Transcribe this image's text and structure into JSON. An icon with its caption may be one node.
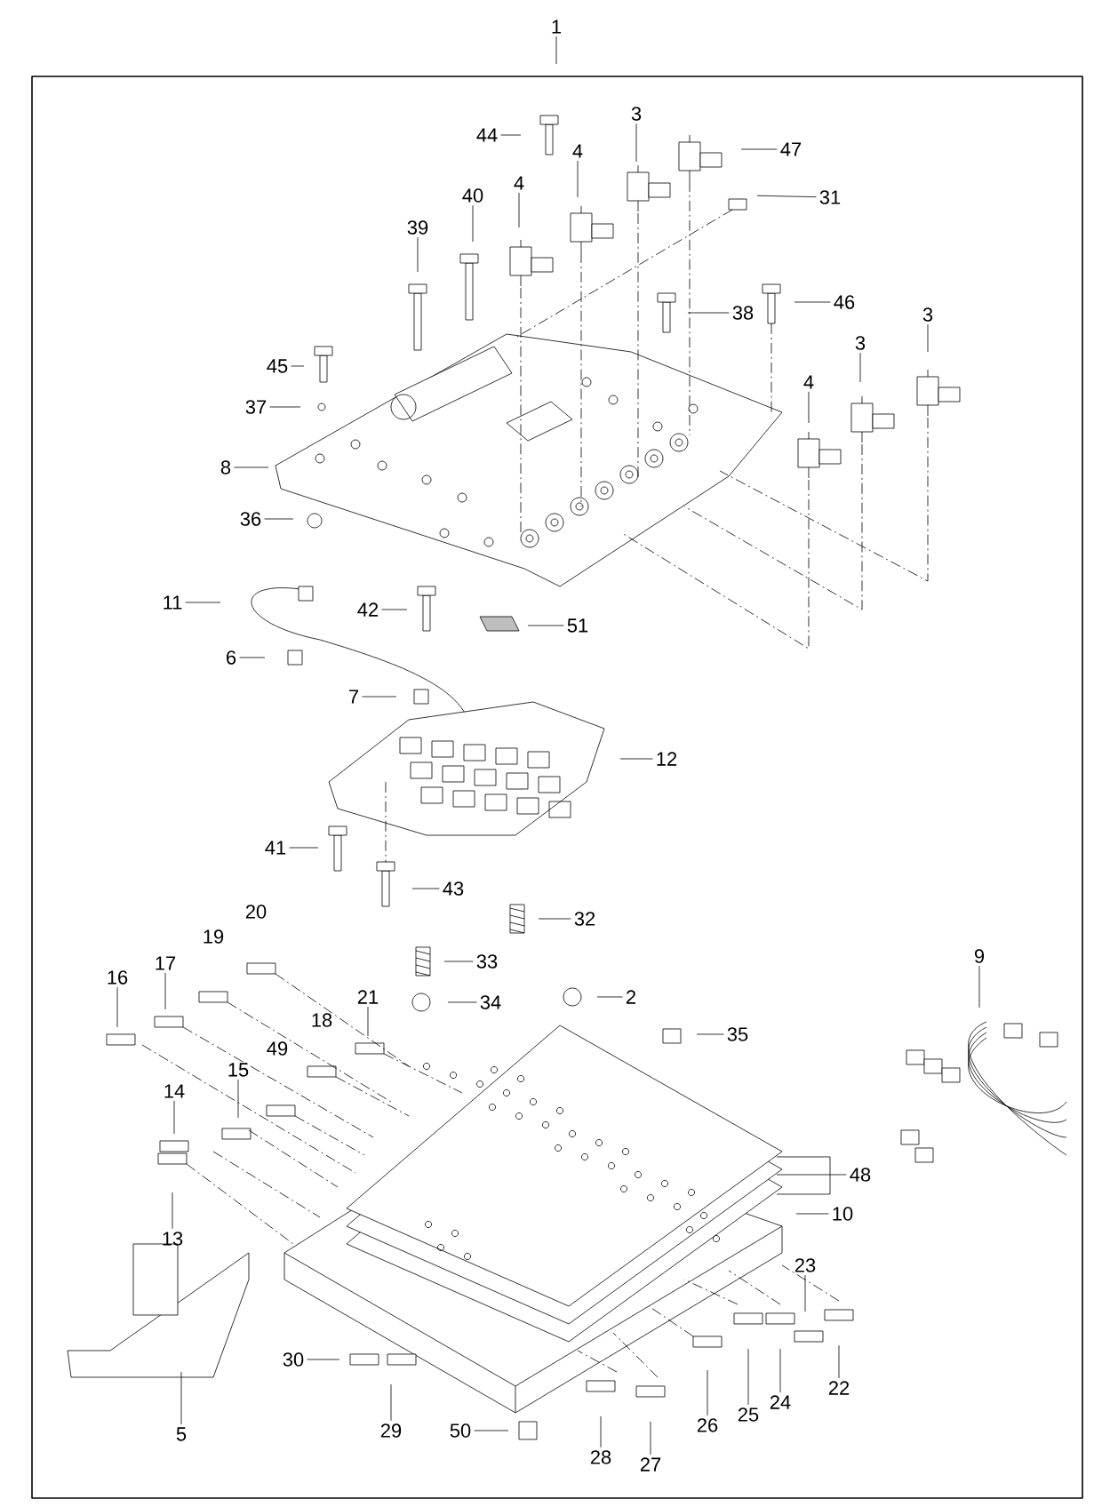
{
  "diagram": {
    "nodes": [
      {
        "text": [
          "1"
        ]
      },
      {
        "text": [
          "44"
        ]
      },
      {
        "text": [
          "3"
        ]
      },
      {
        "text": [
          "47"
        ]
      },
      {
        "text": [
          "4"
        ]
      },
      {
        "text": [
          "31"
        ]
      },
      {
        "text": [
          "4"
        ]
      },
      {
        "text": [
          "40"
        ]
      },
      {
        "text": [
          "39"
        ]
      },
      {
        "text": [
          "38"
        ]
      },
      {
        "text": [
          "46"
        ]
      },
      {
        "text": [
          "3"
        ]
      },
      {
        "text": [
          "3"
        ]
      },
      {
        "text": [
          "4"
        ]
      },
      {
        "text": [
          "45"
        ]
      },
      {
        "text": [
          "37"
        ]
      },
      {
        "text": [
          "8"
        ]
      },
      {
        "text": [
          "36"
        ]
      },
      {
        "text": [
          "11"
        ]
      },
      {
        "text": [
          "42"
        ]
      },
      {
        "text": [
          "51"
        ]
      },
      {
        "text": [
          "6"
        ]
      },
      {
        "text": [
          "7"
        ]
      },
      {
        "text": [
          "12"
        ]
      },
      {
        "text": [
          "41"
        ]
      },
      {
        "text": [
          "43"
        ]
      },
      {
        "text": [
          "32"
        ]
      },
      {
        "text": [
          "33"
        ]
      },
      {
        "text": [
          "2"
        ]
      },
      {
        "text": [
          "34"
        ]
      },
      {
        "text": [
          "9"
        ]
      },
      {
        "text": [
          "16"
        ]
      },
      {
        "text": [
          "17"
        ]
      },
      {
        "text": [
          "21"
        ]
      },
      {
        "text": [
          "35"
        ]
      },
      {
        "text": [
          "15"
        ]
      },
      {
        "text": [
          "14"
        ]
      },
      {
        "text": [
          "48"
        ]
      },
      {
        "text": [
          "10"
        ]
      },
      {
        "text": [
          "13"
        ]
      },
      {
        "text": [
          "23"
        ]
      },
      {
        "text": [
          "30"
        ]
      },
      {
        "text": [
          "22"
        ]
      },
      {
        "text": [
          "24"
        ]
      },
      {
        "text": [
          "25"
        ]
      },
      {
        "text": [
          "26"
        ]
      },
      {
        "text": [
          "5"
        ]
      },
      {
        "text": [
          "29"
        ]
      },
      {
        "text": [
          "50"
        ]
      },
      {
        "text": [
          "28"
        ]
      },
      {
        "text": [
          "27"
        ]
      }
    ],
    "edges": [
      {
        "from": 0,
        "to": null,
        "arrow": "none"
      },
      {
        "from": 1,
        "to": null,
        "arrow": "none"
      },
      {
        "from": 2,
        "to": null,
        "arrow": "none"
      },
      {
        "from": 3,
        "to": null,
        "arrow": "none"
      },
      {
        "from": 4,
        "to": null,
        "arrow": "none"
      },
      {
        "from": 5,
        "to": null,
        "arrow": "none"
      },
      {
        "from": 6,
        "to": null,
        "arrow": "none"
      },
      {
        "from": 7,
        "to": null,
        "arrow": "none"
      },
      {
        "from": 8,
        "to": null,
        "arrow": "none"
      },
      {
        "from": 9,
        "to": null,
        "arrow": "none"
      },
      {
        "from": 10,
        "to": null,
        "arrow": "none"
      },
      {
        "from": 11,
        "to": null,
        "arrow": "none"
      },
      {
        "from": 12,
        "to": null,
        "arrow": "none"
      },
      {
        "from": 13,
        "to": null,
        "arrow": "none"
      },
      {
        "from": 14,
        "to": null,
        "arrow": "none"
      },
      {
        "from": 15,
        "to": null,
        "arrow": "none"
      },
      {
        "from": 16,
        "to": null,
        "arrow": "none"
      },
      {
        "from": 17,
        "to": null,
        "arrow": "none"
      },
      {
        "from": 18,
        "to": null,
        "arrow": "none"
      },
      {
        "from": 19,
        "to": null,
        "arrow": "none"
      },
      {
        "from": 20,
        "to": null,
        "arrow": "none"
      },
      {
        "from": 21,
        "to": null,
        "arrow": "none"
      },
      {
        "from": 22,
        "to": null,
        "arrow": "none"
      },
      {
        "from": 23,
        "to": null,
        "arrow": "none"
      },
      {
        "from": 24,
        "to": null,
        "arrow": "none"
      },
      {
        "from": 25,
        "to": null,
        "arrow": "none"
      },
      {
        "from": 26,
        "to": null,
        "arrow": "none"
      },
      {
        "from": 27,
        "to": null,
        "arrow": "none"
      },
      {
        "from": 28,
        "to": null,
        "arrow": "none"
      },
      {
        "from": 29,
        "to": null,
        "arrow": "none"
      },
      {
        "from": 30,
        "to": null,
        "arrow": "none"
      },
      {
        "from": 31,
        "to": null,
        "arrow": "none"
      },
      {
        "from": 32,
        "to": null,
        "arrow": "none"
      },
      {
        "from": 33,
        "to": null,
        "arrow": "none"
      },
      {
        "from": 34,
        "to": null,
        "arrow": "none"
      },
      {
        "from": 35,
        "to": null,
        "arrow": "none"
      },
      {
        "from": 36,
        "to": null,
        "arrow": "none"
      },
      {
        "from": 37,
        "to": null,
        "arrow": "none"
      },
      {
        "from": 38,
        "to": null,
        "arrow": "none"
      },
      {
        "from": 39,
        "to": null,
        "arrow": "none"
      },
      {
        "from": 40,
        "to": null,
        "arrow": "none"
      },
      {
        "from": 41,
        "to": null,
        "arrow": "none"
      },
      {
        "from": 42,
        "to": null,
        "arrow": "none"
      },
      {
        "from": 43,
        "to": null,
        "arrow": "none"
      },
      {
        "from": 44,
        "to": null,
        "arrow": "none"
      },
      {
        "from": 45,
        "to": null,
        "arrow": "none"
      },
      {
        "from": 46,
        "to": null,
        "arrow": "none"
      },
      {
        "from": 47,
        "to": null,
        "arrow": "none"
      },
      {
        "from": 48,
        "to": null,
        "arrow": "none"
      },
      {
        "from": 49,
        "to": null,
        "arrow": "none"
      },
      {
        "from": 50,
        "to": null,
        "arrow": "none"
      }
    ],
    "labels": [
      "20",
      "19",
      "18",
      "49"
    ]
  }
}
